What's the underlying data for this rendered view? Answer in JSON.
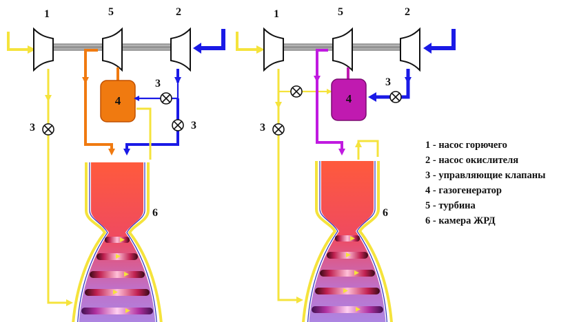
{
  "labels": {
    "fuel_pump_num": "1",
    "oxidizer_pump_num": "2",
    "valve_num": "3",
    "gas_generator_num": "4",
    "turbine_num": "5",
    "chamber_num": "6"
  },
  "legend": [
    "1 - насос горючего",
    "2 - насос окислителя",
    "3 - управляющие клапаны",
    "4 - газогенератор",
    "5 - турбина",
    "6 - камера ЖРД"
  ],
  "colors": {
    "fuel_line": "#f5e33c",
    "oxidizer_line": "#1a1ae6",
    "gas_generator_left": "#f07a10",
    "gas_generator_right": "#c01ab0",
    "chamber_top": "#ff5a3c",
    "chamber_bottom": "#a080e0",
    "shaft": "#888888"
  }
}
